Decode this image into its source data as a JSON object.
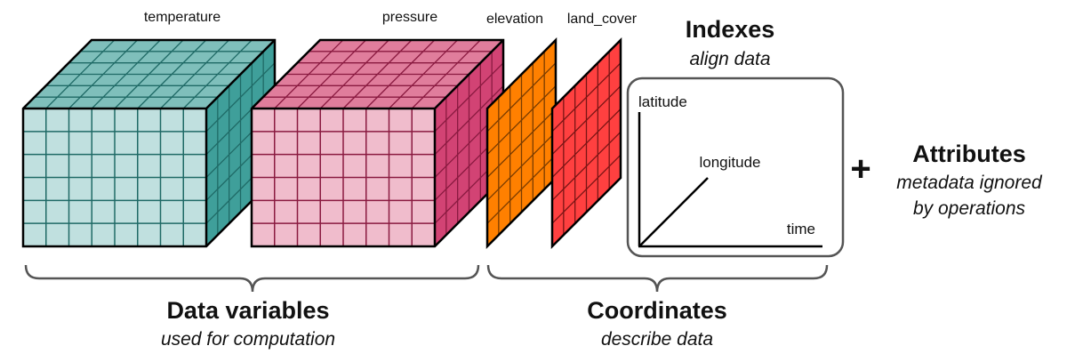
{
  "diagram": {
    "data_variables": {
      "title": "Data variables",
      "subtitle": "used for computation",
      "items": [
        {
          "label": "temperature",
          "colors": {
            "top": "#7fbfbb",
            "front": "#c0e0df",
            "side": "#3f9f9a",
            "grid": "#1f6a66"
          }
        },
        {
          "label": "pressure",
          "colors": {
            "top": "#e07d9c",
            "front": "#f0bccc",
            "side": "#d24374",
            "grid": "#8a1a40"
          }
        }
      ]
    },
    "coordinates": {
      "title": "Coordinates",
      "subtitle": "describe data",
      "items": [
        {
          "label": "elevation",
          "colors": {
            "fill": "#ff8000",
            "grid": "#7a3c00"
          }
        },
        {
          "label": "land_cover",
          "colors": {
            "fill": "#ff4040",
            "grid": "#7a1515"
          }
        }
      ]
    },
    "indexes": {
      "title": "Indexes",
      "subtitle": "align data",
      "axes": {
        "y": "latitude",
        "z": "longitude",
        "x": "time"
      }
    },
    "attributes": {
      "connector": "+",
      "title": "Attributes",
      "subtitle_line1": "metadata ignored",
      "subtitle_line2": "by operations"
    }
  }
}
